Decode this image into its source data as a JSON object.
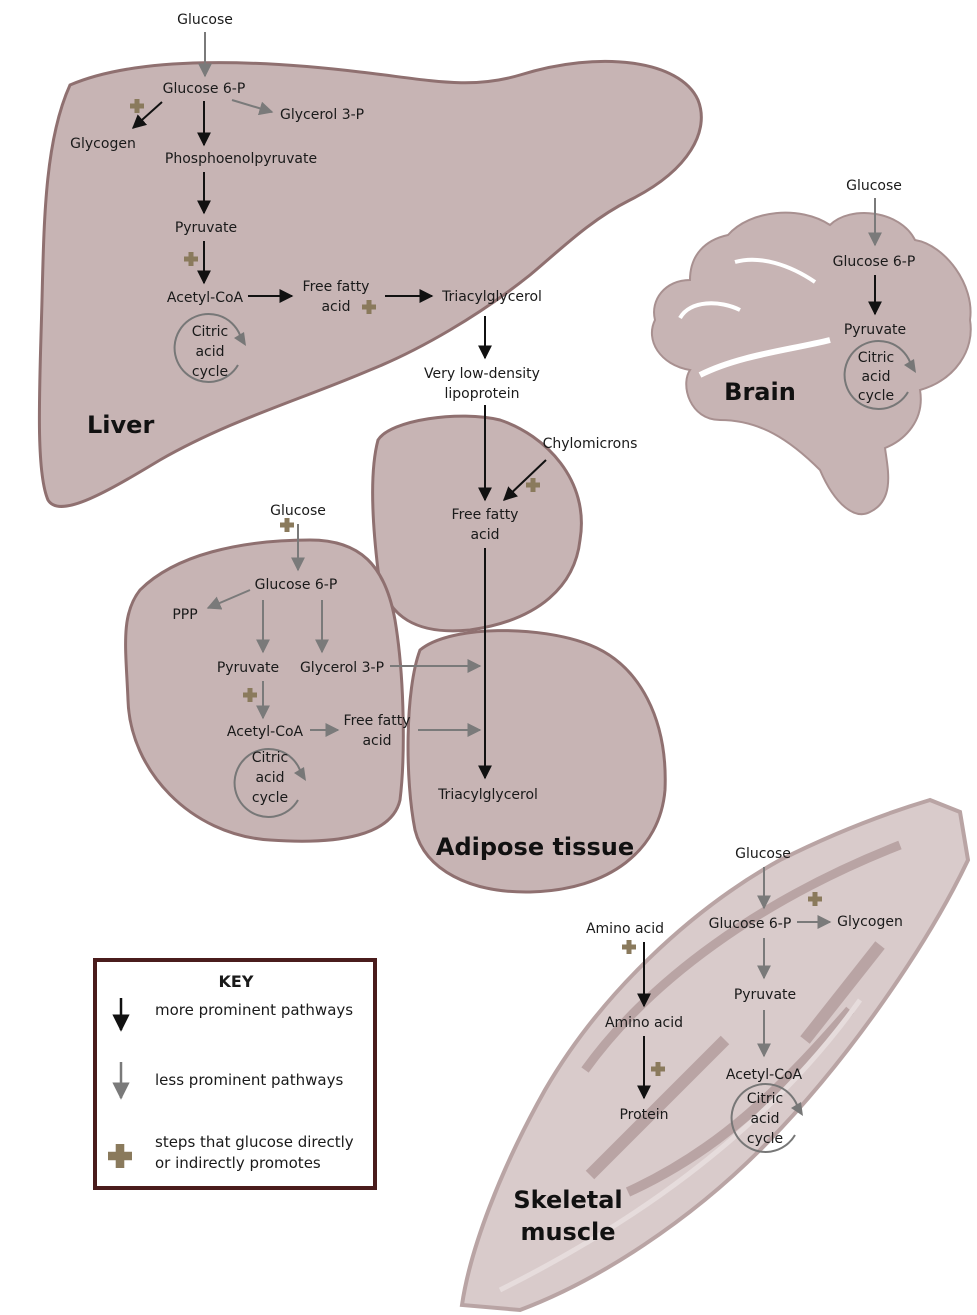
{
  "colors": {
    "organ_fill": "#c7b4b4",
    "organ_stroke": "#8f7070",
    "muscle_fill": "#d9cbcb",
    "muscle_band": "#b9a4a4",
    "prominent_arrow": "#111111",
    "less_arrow": "#7a7a7a",
    "plus": "#8a7a5c",
    "key_border": "#4a1c1c"
  },
  "liver": {
    "name": "Liver",
    "glucose": "Glucose",
    "glucose6p": "Glucose 6-P",
    "glycerol3p": "Glycerol 3-P",
    "glycogen": "Glycogen",
    "pep": "Phosphoenolpyruvate",
    "pyruvate": "Pyruvate",
    "acetylcoa": "Acetyl-CoA",
    "ffa_1": "Free fatty",
    "ffa_2": "acid",
    "tag": "Triacylglycerol",
    "cycle": [
      "Citric",
      "acid",
      "cycle"
    ]
  },
  "vldl": {
    "line1": "Very low-density",
    "line2": "lipoprotein"
  },
  "brain": {
    "name": "Brain",
    "glucose": "Glucose",
    "glucose6p": "Glucose 6-P",
    "pyruvate": "Pyruvate",
    "cycle": [
      "Citric",
      "acid",
      "cycle"
    ]
  },
  "adipose": {
    "name": "Adipose tissue",
    "chylomicrons": "Chylomicrons",
    "ffa_top_1": "Free fatty",
    "ffa_top_2": "acid",
    "glucose": "Glucose",
    "glucose6p": "Glucose 6-P",
    "ppp": "PPP",
    "pyruvate": "Pyruvate",
    "glycerol3p": "Glycerol 3-P",
    "acetylcoa": "Acetyl-CoA",
    "ffa_1": "Free fatty",
    "ffa_2": "acid",
    "tag": "Triacylglycerol",
    "cycle": [
      "Citric",
      "acid",
      "cycle"
    ]
  },
  "muscle": {
    "name_1": "Skeletal",
    "name_2": "muscle",
    "glucose": "Glucose",
    "glucose6p": "Glucose 6-P",
    "glycogen": "Glycogen",
    "pyruvate": "Pyruvate",
    "acetylcoa": "Acetyl-CoA",
    "aminoacid_in": "Amino acid",
    "aminoacid": "Amino acid",
    "protein": "Protein",
    "cycle": [
      "Citric",
      "acid",
      "cycle"
    ]
  },
  "key": {
    "title": "KEY",
    "prominent": "more prominent pathways",
    "less": "less prominent pathways",
    "promote_1": "steps that glucose directly",
    "promote_2": "or indirectly promotes"
  }
}
